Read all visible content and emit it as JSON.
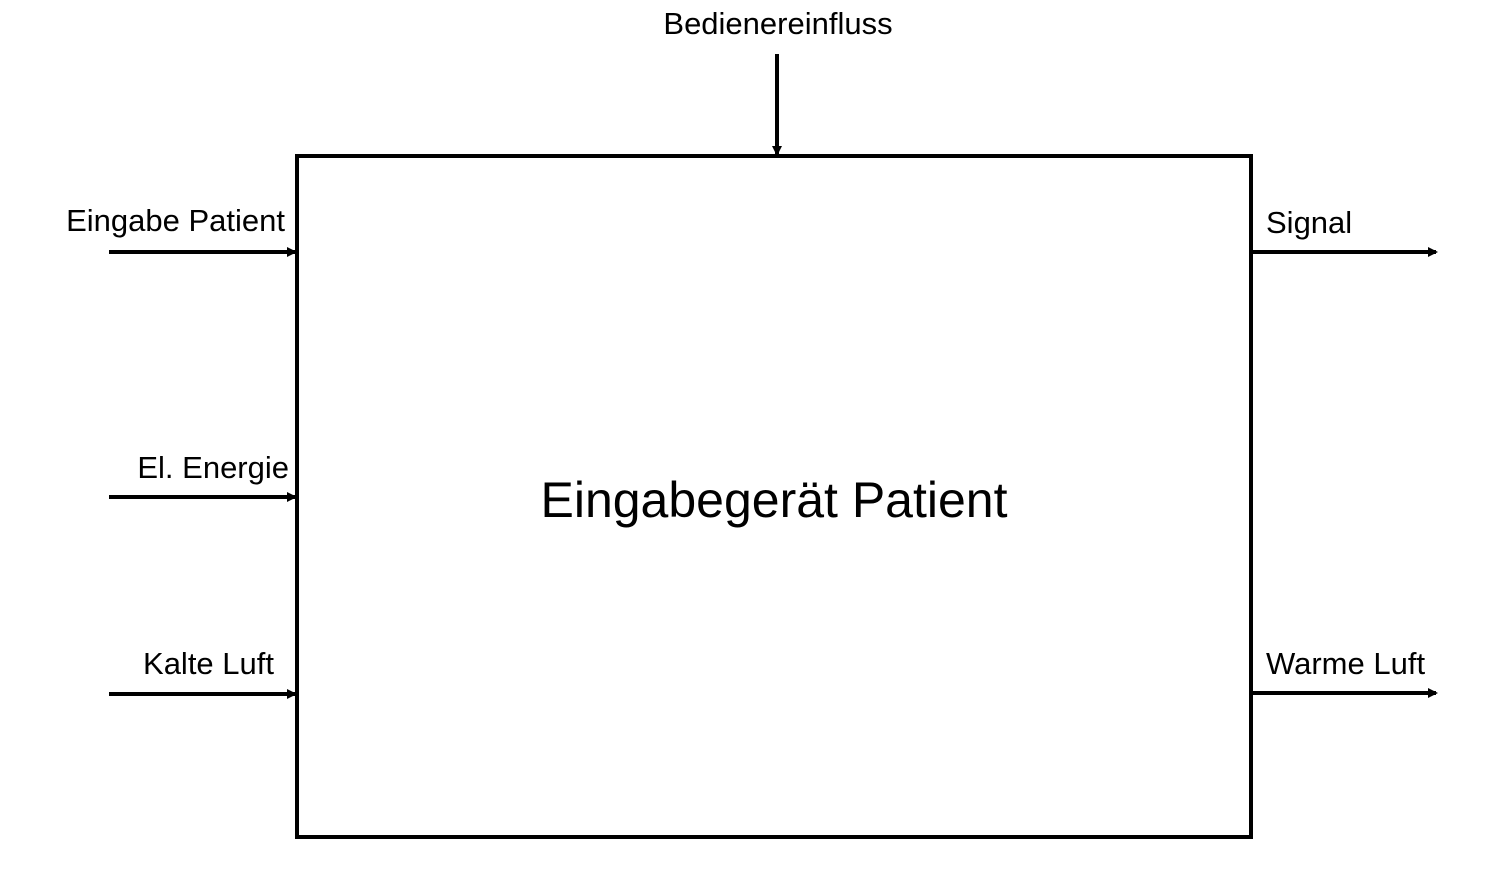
{
  "diagram": {
    "block": {
      "title": "Eingabegerät Patient"
    },
    "top_input": {
      "label": "Bedienereinfluss"
    },
    "inputs": [
      {
        "label": "Eingabe Patient"
      },
      {
        "label": "El. Energie"
      },
      {
        "label": "Kalte Luft"
      }
    ],
    "outputs": [
      {
        "label": "Signal"
      },
      {
        "label": "Warme Luft"
      }
    ],
    "colors": {
      "stroke": "#000000",
      "background": "#ffffff"
    }
  }
}
